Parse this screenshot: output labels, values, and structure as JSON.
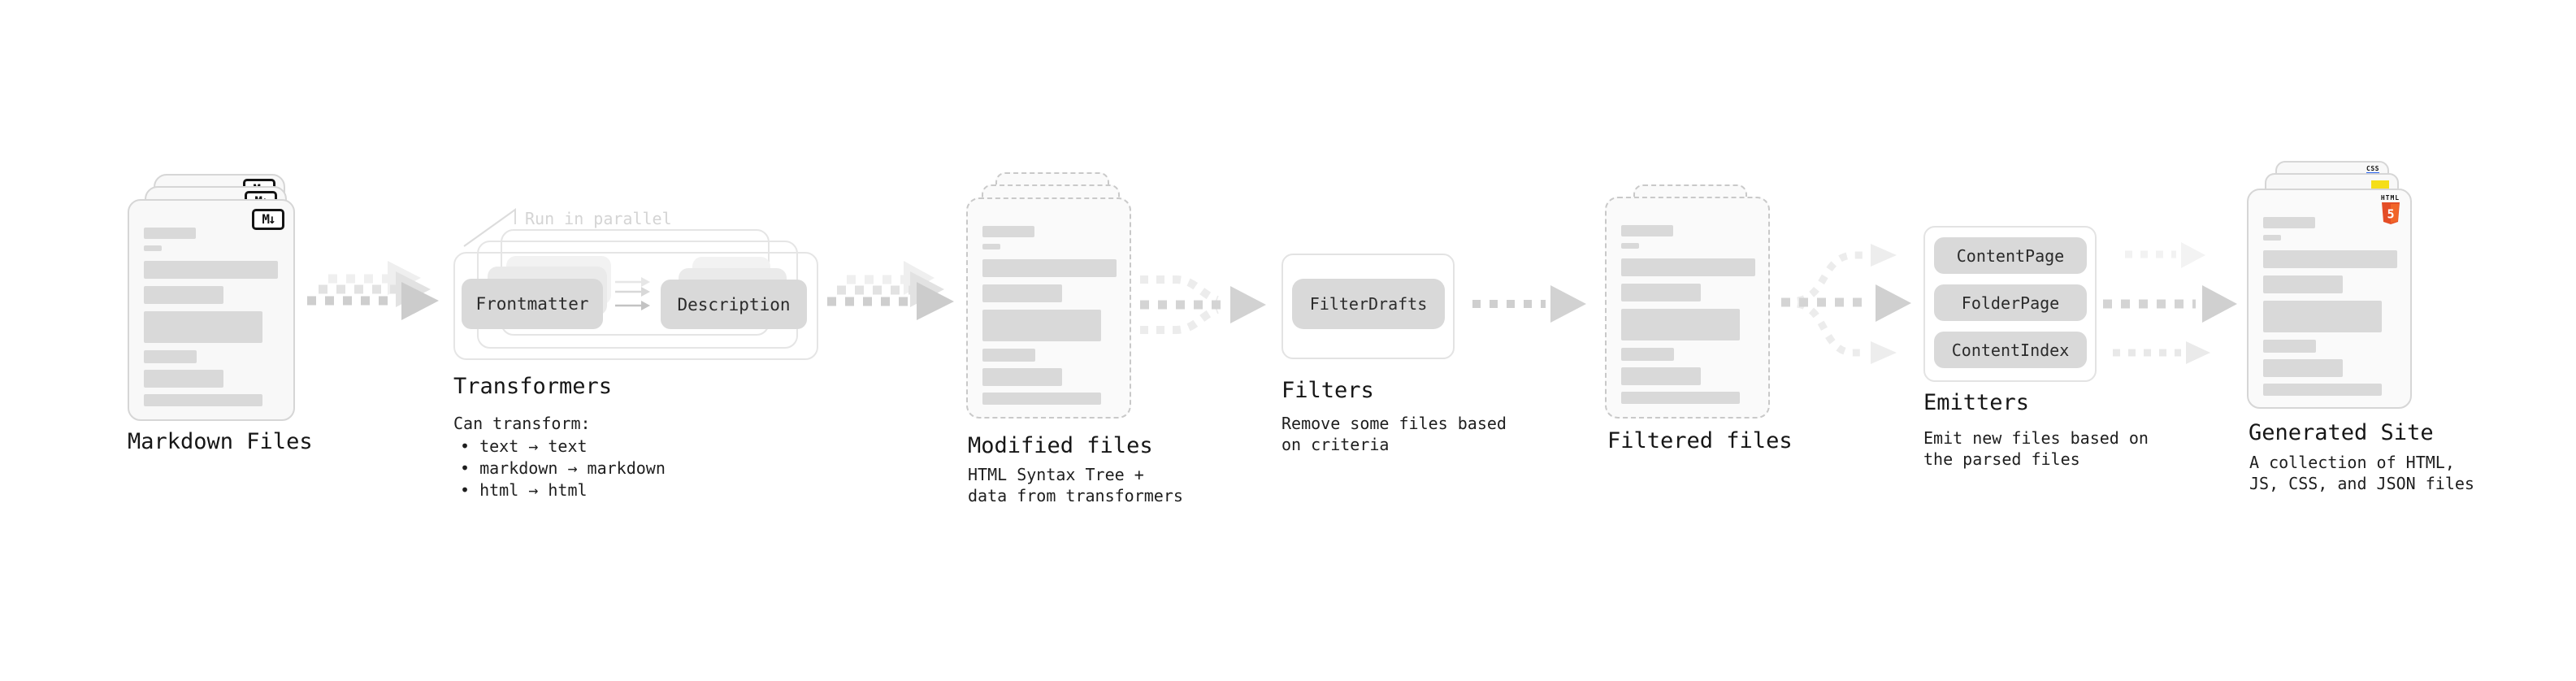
{
  "stages": {
    "markdown": {
      "title": "Markdown Files",
      "badge": "M↓"
    },
    "transformers": {
      "title": "Transformers",
      "note": "Run in parallel",
      "pill_left": "Frontmatter",
      "pill_right": "Description",
      "desc_heading": "Can transform:",
      "bullets": [
        "text → text",
        "markdown → markdown",
        "html → html"
      ]
    },
    "modified": {
      "title": "Modified files",
      "desc": "HTML Syntax Tree +\ndata from transformers"
    },
    "filters": {
      "title": "Filters",
      "pill": "FilterDrafts",
      "desc": "Remove some files based\non criteria"
    },
    "filtered": {
      "title": "Filtered files"
    },
    "emitters": {
      "title": "Emitters",
      "pills": [
        "ContentPage",
        "FolderPage",
        "ContentIndex"
      ],
      "desc": "Emit new files based on\nthe parsed files"
    },
    "generated": {
      "title": "Generated Site",
      "desc": "A collection of HTML,\nJS, CSS, and JSON files",
      "badge_css": "CSS",
      "badge_html": "HTML",
      "badge_html_number": "5"
    }
  },
  "colors": {
    "html5_orange": "#e44d26",
    "html5_orange_light": "#f16529",
    "js_yellow": "#f5de19",
    "css_blue": "#2862f0",
    "pill_gray": "#d9d9d9",
    "arrow_gray": "#cecece",
    "ghost_gray": "#ececec",
    "doc_border": "#d6d6d6"
  }
}
